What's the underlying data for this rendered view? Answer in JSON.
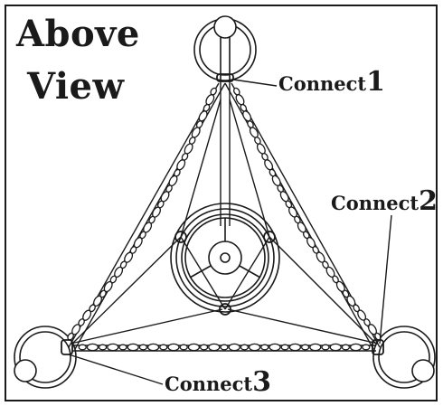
{
  "title": {
    "line1": "Above",
    "line2": "View"
  },
  "callouts": [
    {
      "word": "Connect",
      "number": "1"
    },
    {
      "word": "Connect",
      "number": "2"
    },
    {
      "word": "Connect",
      "number": "3"
    }
  ],
  "colors": {
    "ink": "#1a1a1a",
    "paper": "#ffffff"
  }
}
